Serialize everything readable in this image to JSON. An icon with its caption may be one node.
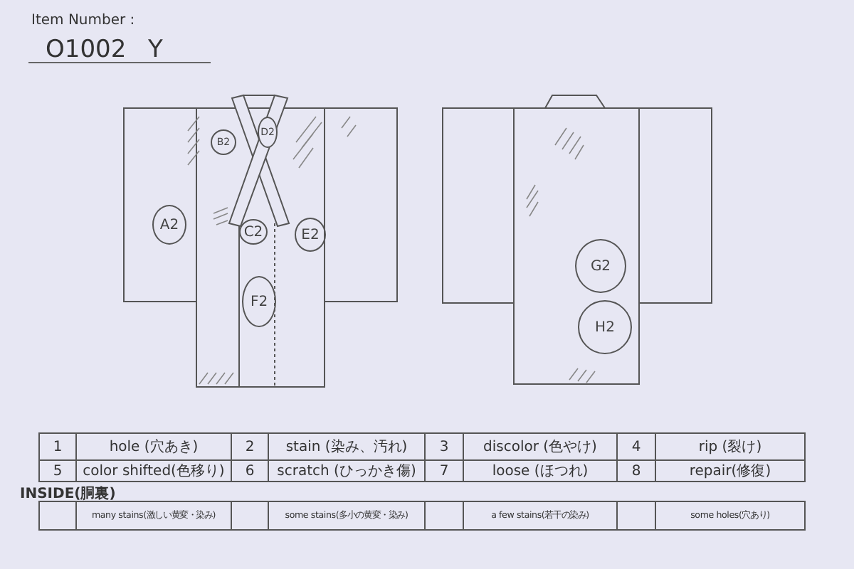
{
  "diagram": {
    "nodes": [
      {
        "text": [
          "A2"
        ]
      },
      {
        "text": [
          "B2"
        ]
      },
      {
        "text": [
          "D2"
        ]
      },
      {
        "text": [
          "C2"
        ]
      },
      {
        "text": [
          "E2"
        ]
      },
      {
        "text": [
          "F2"
        ]
      },
      {
        "text": [
          "G2"
        ]
      },
      {
        "text": [
          "H2"
        ]
      }
    ],
    "labels": [
      "Item Number :",
      "O1002 Y",
      "1",
      "hole (穴あき)",
      "2",
      "stain (染み、汚れ)",
      "3",
      "discolor (色やけ)",
      "4",
      "rip (裂け)",
      "5",
      "color shifted(色移り)",
      "6",
      "scratch (ひっかき傷)",
      "7",
      "loose (ほつれ)",
      "8",
      "repair(修復)",
      "INSIDE(胴裏)",
      "many stains(激しい黄変・染み)",
      "some stains(多小の黄変・染み)",
      "a few stains(若干の染み)",
      "some holes(穴あり)"
    ]
  }
}
